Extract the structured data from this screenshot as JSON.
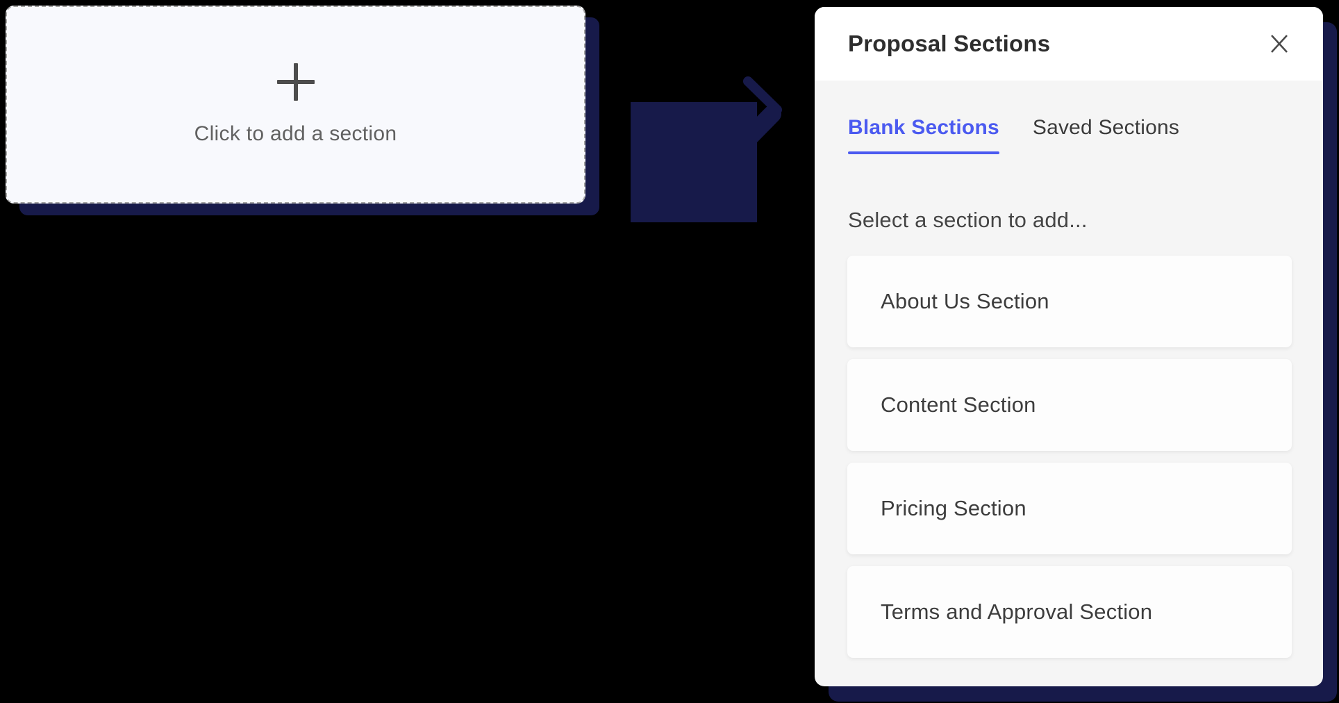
{
  "colors": {
    "background": "#000000",
    "navy": "#171A4A",
    "accent_blue": "#4B5AF0",
    "placeholder_bg": "#F8F9FD",
    "panel_bg": "#F5F5F5",
    "card_bg": "#FDFDFD"
  },
  "placeholder": {
    "label": "Click to add a section",
    "plus_icon": "plus"
  },
  "arrow": {
    "icon": "arrow-right"
  },
  "panel": {
    "title": "Proposal Sections",
    "close_icon": "close",
    "tabs": [
      {
        "label": "Blank Sections",
        "active": true
      },
      {
        "label": "Saved Sections",
        "active": false
      }
    ],
    "prompt": "Select a section to add...",
    "sections": [
      "About Us Section",
      "Content Section",
      "Pricing Section",
      "Terms and Approval Section"
    ]
  }
}
